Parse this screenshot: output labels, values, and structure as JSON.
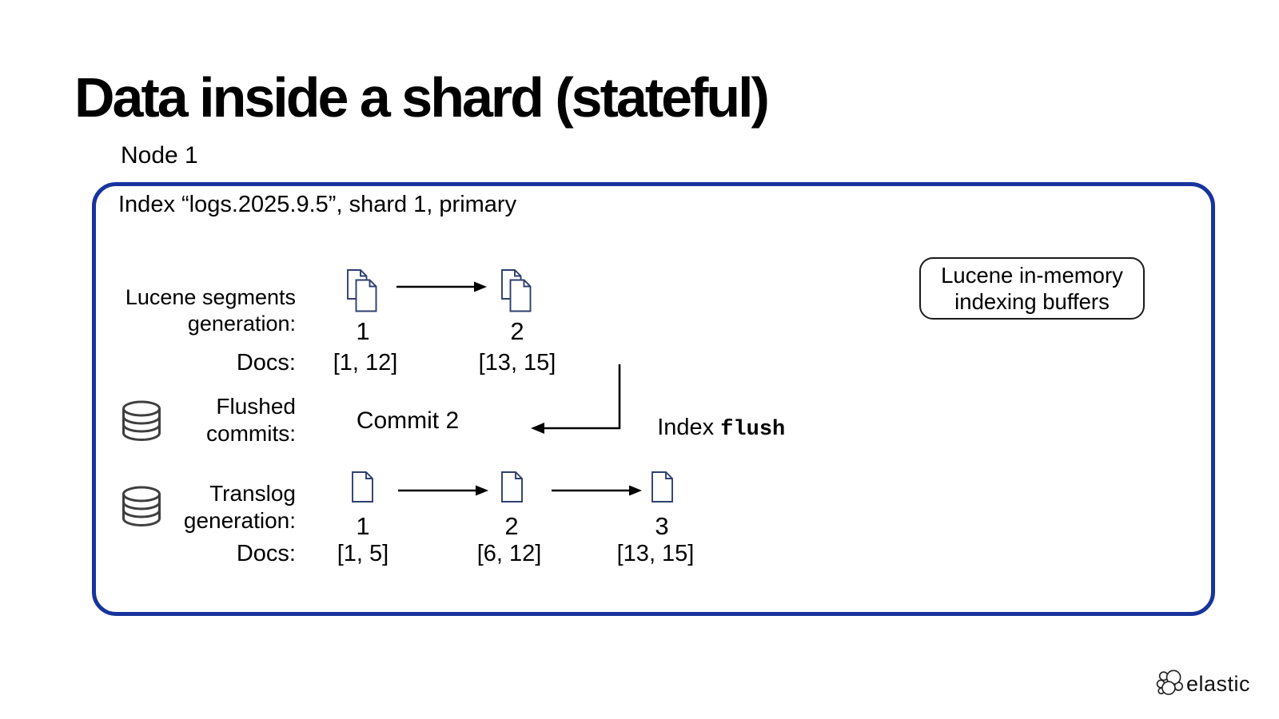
{
  "slide": {
    "title": "Data inside a shard (stateful)",
    "node_label": "Node 1",
    "box_header": "Index “logs.2025.9.5”, shard 1, primary",
    "buffers_label": "Lucene in-memory indexing buffers",
    "segments": {
      "label_line1": "Lucene segments",
      "label_line2": "generation:",
      "docs_label": "Docs:",
      "generations": [
        {
          "number": "1",
          "docs": "[1, 12]"
        },
        {
          "number": "2",
          "docs": "[13, 15]"
        }
      ]
    },
    "commits": {
      "label_line1": "Flushed",
      "label_line2": "commits:",
      "value": "Commit 2"
    },
    "flush": {
      "prefix": "Index ",
      "command": "flush"
    },
    "translog": {
      "label_line1": "Translog",
      "label_line2": "generation:",
      "docs_label": "Docs:",
      "generations": [
        {
          "number": "1",
          "docs": "[1, 5]"
        },
        {
          "number": "2",
          "docs": "[6, 12]"
        },
        {
          "number": "3",
          "docs": "[13, 15]"
        }
      ]
    },
    "brand": "elastic",
    "colors": {
      "box_border": "#17349e",
      "doc_icon_stroke": "#2e3f6e",
      "db_icon_stroke": "#3f3f3f",
      "arrow": "#000000"
    },
    "icons": {
      "segment": "stacked-documents-icon",
      "translog": "document-icon",
      "storage": "database-icon",
      "flush_arrow": "elbow-arrow-left-icon",
      "brand": "elastic-cluster-icon"
    }
  }
}
